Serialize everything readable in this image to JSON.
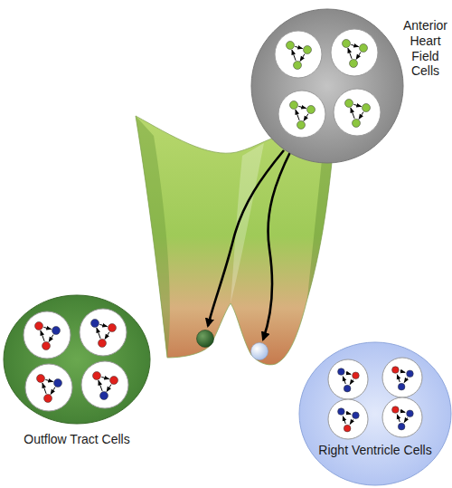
{
  "diagram": {
    "nodes": [
      {
        "text": [
          "Anterior Heart Field Cells"
        ]
      },
      {
        "text": [
          "Outflow Tract Cells"
        ]
      },
      {
        "text": [
          "Right Ventricle Cells"
        ]
      }
    ]
  }
}
